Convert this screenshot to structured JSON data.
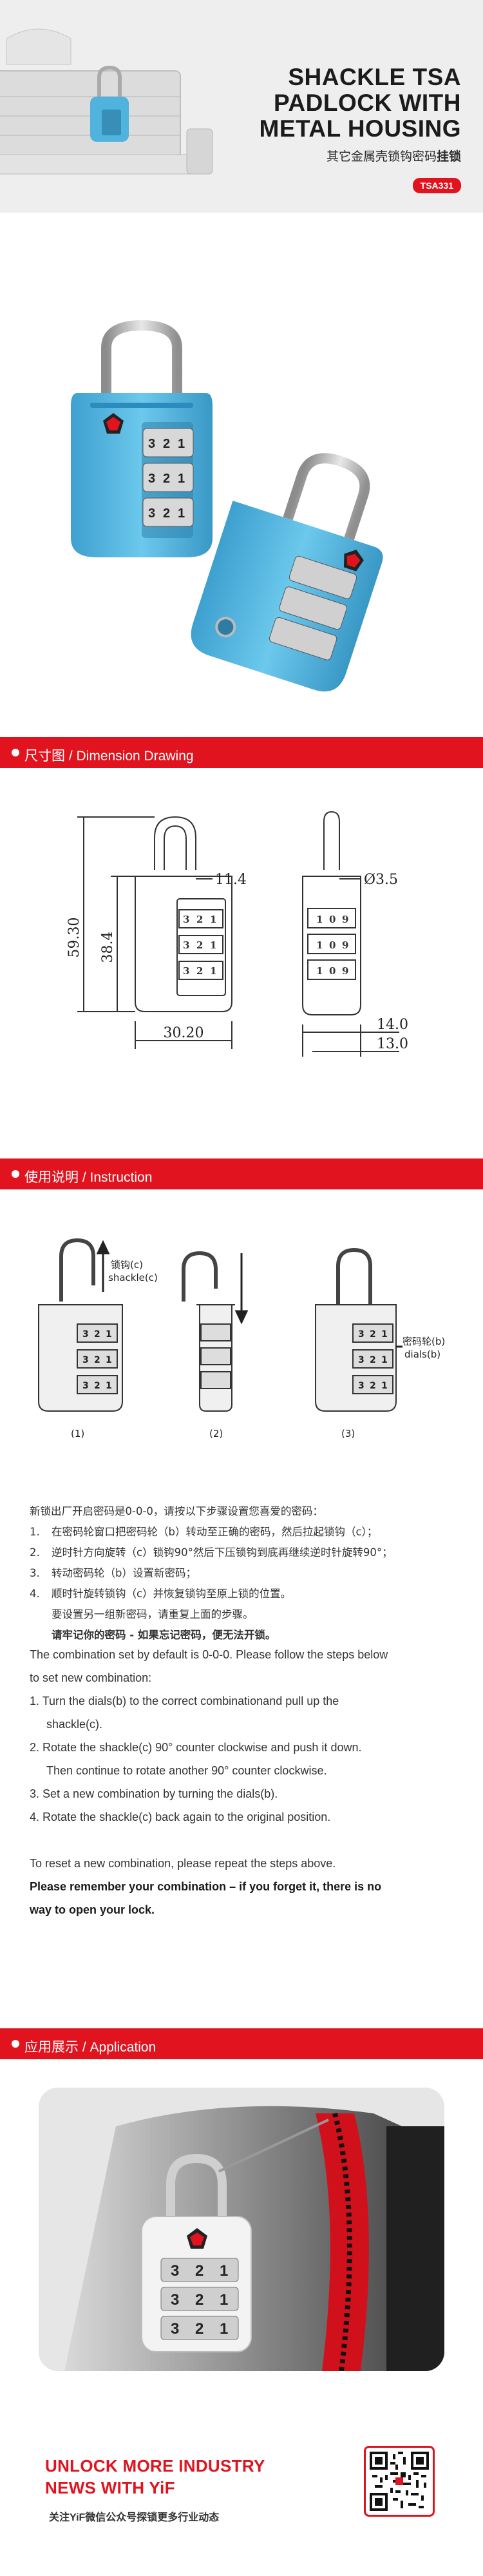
{
  "hero": {
    "title_line1": "SHACKLE TSA",
    "title_line2": "PADLOCK WITH",
    "title_line3": "METAL HOUSING",
    "subtitle_normal": "其它金属壳锁钩密码",
    "subtitle_bold": "挂锁",
    "model": "TSA331"
  },
  "sections": {
    "dimension": "尺寸图 / Dimension Drawing",
    "instruction": "使用说明 / Instruction",
    "application": "应用展示 / Application"
  },
  "dimensions": {
    "height": "59.30",
    "body_height": "38.4",
    "width": "30.20",
    "shackle": "11.4",
    "shackle_dia": "Ø3.5",
    "depth_outer": "14.0",
    "depth_inner": "13.0"
  },
  "instruction_figs": {
    "shackle_label_cn": "锁钩(c)",
    "shackle_label_en": "shackle(c)",
    "dials_label_cn": "密码轮(b)",
    "dials_label_en": "dials(b)",
    "fig1": "(1)",
    "fig2": "(2)",
    "fig3": "(3)"
  },
  "steps_cn": {
    "intro": "新锁出厂开启密码是0-0-0，请按以下步骤设置您喜爱的密码：",
    "s1_num": "1.",
    "s1": "在密码轮窗口把密码轮（b）转动至正确的密码，然后拉起锁钩（c）；",
    "s2_num": "2.",
    "s2": "逆时针方向旋转（c）锁钩90°然后下压锁钩到底再继续逆时针旋转90°；",
    "s3_num": "3.",
    "s3": "转动密码轮（b）设置新密码；",
    "s4_num": "4.",
    "s4": "顺时针旋转锁钩（c）并恢复锁钩至原上锁的位置。",
    "s4b": "要设置另一组新密码，请重复上面的步骤。",
    "warning": "请牢记你的密码 - 如果忘记密码，便无法开锁。"
  },
  "steps_en": {
    "intro1": "The combination set by default is 0-0-0. Please follow the steps below",
    "intro2": "to set new combination:",
    "s1a": "1. Turn the dials(b) to the correct combinationand pull up the",
    "s1b": "shackle(c).",
    "s2a": "2. Rotate the shackle(c) 90° counter clockwise and push it down.",
    "s2b": "Then continue to rotate another 90° counter clockwise.",
    "s3": "3. Set a new combination by turning the dials(b).",
    "s4": "4. Rotate the shackle(c) back again to the original position.",
    "reset": "To reset a new combination, please repeat the steps above.",
    "warn1": "Please remember your combination – if you forget it, there is no",
    "warn2": "way to open your lock."
  },
  "footer": {
    "line1": "UNLOCK MORE INDUSTRY",
    "line2": "NEWS WITH YiF",
    "sub": "关注YiF微信公众号探锁更多行业动态"
  },
  "colors": {
    "accent": "#e0131e",
    "lock_blue": "#4fb3de",
    "hero_bg": "#eeeeee"
  }
}
